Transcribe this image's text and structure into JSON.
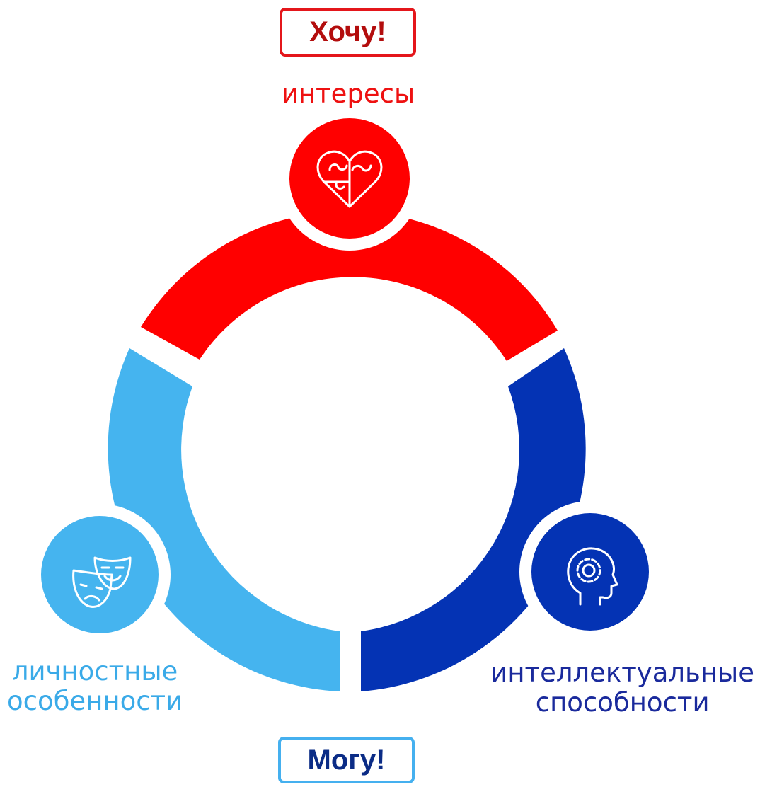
{
  "top_tag": "Хочу!",
  "bottom_tag": "Могу!",
  "segments": [
    {
      "id": "interests",
      "label": "интересы",
      "color": "#ff0000",
      "icon": "puzzle-heart-icon"
    },
    {
      "id": "intellect",
      "label_line1": "интеллектуальные",
      "label_line2": "способности",
      "color": "#0433b4",
      "icon": "head-gear-icon"
    },
    {
      "id": "personal",
      "label_line1": "личностные",
      "label_line2": "особенности",
      "color": "#45b4ef",
      "icon": "theater-masks-icon"
    }
  ]
}
